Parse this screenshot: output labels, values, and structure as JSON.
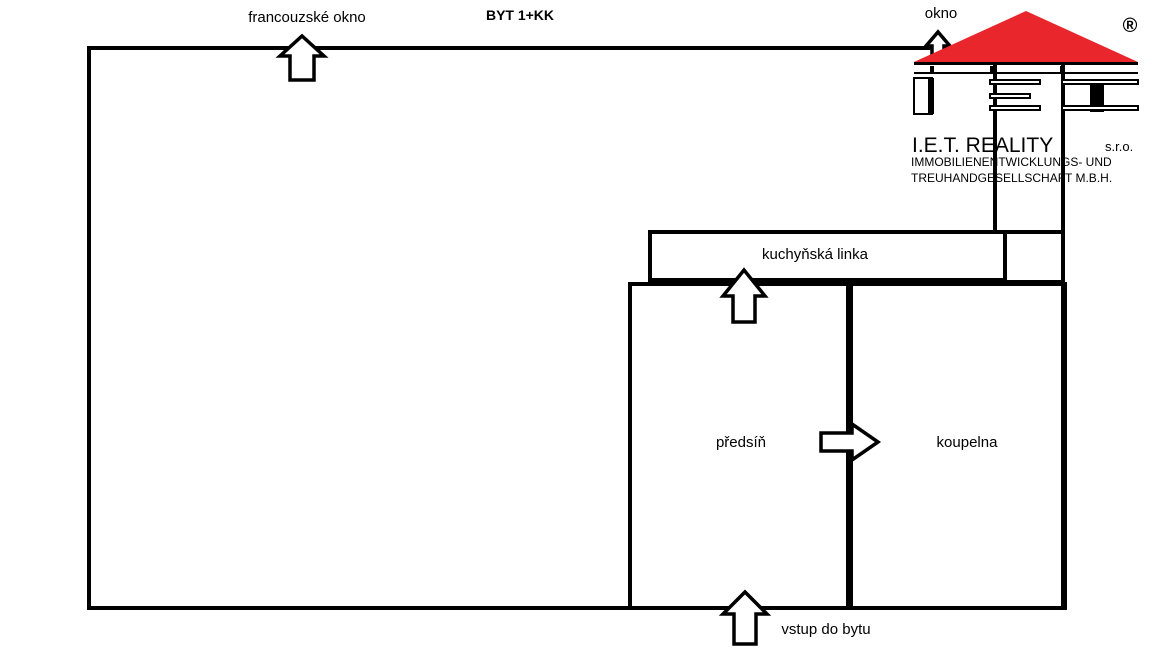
{
  "plan": {
    "title": "BYT 1+KK",
    "labels": {
      "french_window": "francouzské okno",
      "window": "okno",
      "kitchen": "kuchyňská linka",
      "hallway": "předsíň",
      "bathroom": "koupelna",
      "entrance": "vstup do bytu"
    }
  },
  "logo": {
    "name": "I.E.T. REALITY",
    "suffix": "s.r.o.",
    "line1": "IMMOBILIENENTWICKLUNGS- UND",
    "line2": "TREUHANDGESELLSCHAFT M.B.H.",
    "registered": "®",
    "roof_color": "#e8262c"
  }
}
